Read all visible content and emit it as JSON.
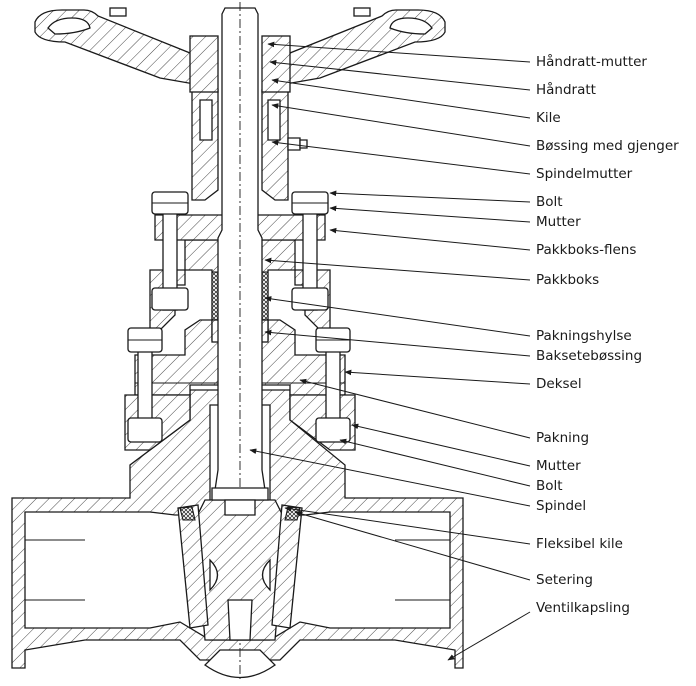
{
  "labels": {
    "handwheel_nut": "Håndratt-mutter",
    "handwheel": "Håndratt",
    "key": "Kile",
    "threaded_bushing": "Bøssing med gjenger",
    "stem_nut": "Spindelmutter",
    "bolt_upper": "Bolt",
    "nut_upper": "Mutter",
    "gland_flange": "Pakkboks-flens",
    "stuffing_box": "Pakkboks",
    "packing_sleeve": "Pakningshylse",
    "backseat_bushing": "Baksetebøssing",
    "bonnet": "Deksel",
    "gasket": "Pakning",
    "nut_lower": "Mutter",
    "bolt_lower": "Bolt",
    "stem": "Spindel",
    "flexible_wedge": "Fleksibel kile",
    "seat_ring": "Setering",
    "valve_body": "Ventilkapsling"
  }
}
